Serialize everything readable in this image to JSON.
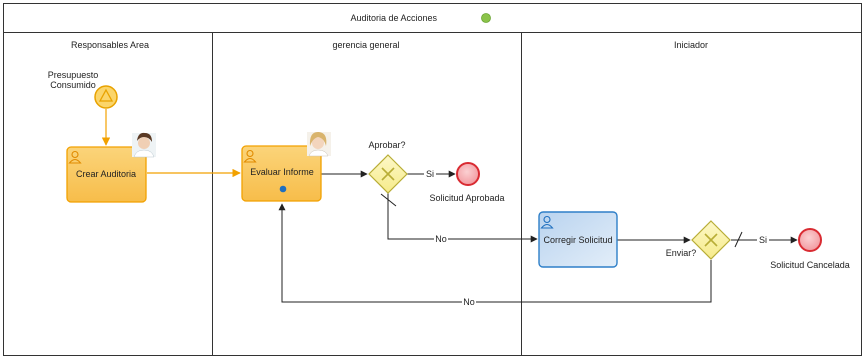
{
  "pool": {
    "title": "Auditoria de Acciones",
    "status_color": "#8bc34a"
  },
  "lanes": [
    {
      "id": "responsables",
      "label": "Responsables Area"
    },
    {
      "id": "gerencia",
      "label": "gerencia general"
    },
    {
      "id": "iniciador",
      "label": "Iniciador"
    }
  ],
  "events": {
    "start_label_line1": "Presupuesto",
    "start_label_line2": "Consumido",
    "end_approved_label": "Solicitud Aprobada",
    "end_cancelled_label": "Solicitud Cancelada"
  },
  "tasks": {
    "crear": "Crear Auditoria",
    "evaluar": "Evaluar Informe",
    "corregir": "Corregir Solicitud"
  },
  "gateways": {
    "aprobar": "Aprobar?",
    "enviar": "Enviar?"
  },
  "flows": {
    "si_1": "Si",
    "no_1": "No",
    "si_2": "Si",
    "no_2": "No"
  },
  "colors": {
    "task_orange_fill": "#f9c661",
    "task_orange_stroke": "#f2a100",
    "task_blue_fill": "#c7ddf2",
    "task_blue_stroke": "#2e7fc8",
    "gateway_fill": "#fbf3b4",
    "gateway_stroke": "#b8ad36",
    "end_fill": "#f7b8bc",
    "end_stroke": "#d92b32",
    "start_fill": "#fbd56a",
    "start_stroke": "#e8a200"
  }
}
